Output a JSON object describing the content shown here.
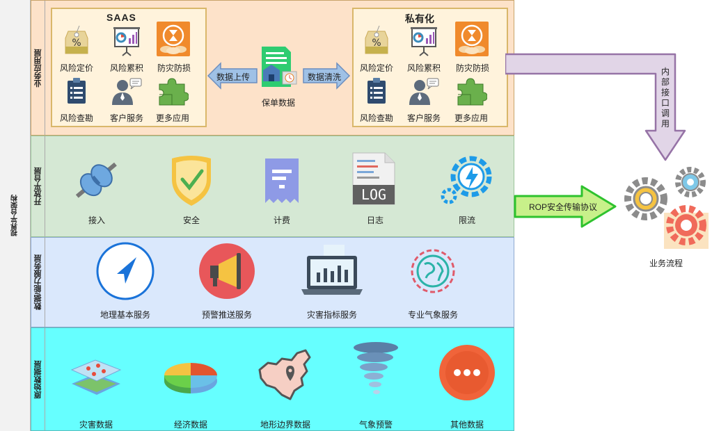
{
  "architecture_title": "视界平台架构",
  "layers": {
    "app": {
      "label": "业务应用层"
    },
    "open": {
      "label": "开放平台层"
    },
    "data_service": {
      "label": "数据/能力服务层"
    },
    "raw_data": {
      "label": "原始数据层"
    }
  },
  "saas": {
    "title": "SAAS",
    "items": [
      "风险定价",
      "风险累积",
      "防灾防损",
      "风险查勘",
      "客户服务",
      "更多应用"
    ]
  },
  "private": {
    "title": "私有化",
    "items": [
      "风险定价",
      "风险累积",
      "防灾防损",
      "风险查勘",
      "客户服务",
      "更多应用"
    ]
  },
  "center": {
    "label": "保单数据",
    "upload_arrow": "数据上传",
    "clean_arrow": "数据清洗"
  },
  "open_items": [
    "接入",
    "安全",
    "计费",
    "日志",
    "限流"
  ],
  "log_text": "LOG",
  "service_items": [
    "地理基本服务",
    "预警推送服务",
    "灾害指标服务",
    "专业气象服务"
  ],
  "raw_items": [
    "灾害数据",
    "经济数据",
    "地形边界数据",
    "气象预警",
    "其他数据"
  ],
  "rop_arrow": "ROP安全传输协议",
  "internal_call": "内部接口调用",
  "business_flow": "业务流程",
  "colors": {
    "app_bg": "#fde2c9",
    "open_bg": "#d5e8d4",
    "service_bg": "#dae8fc",
    "raw_bg": "#66ffff",
    "group_border": "#d9b76a",
    "arrow_purple": "#e1d5e7",
    "arrow_green": "#c8f08a"
  }
}
